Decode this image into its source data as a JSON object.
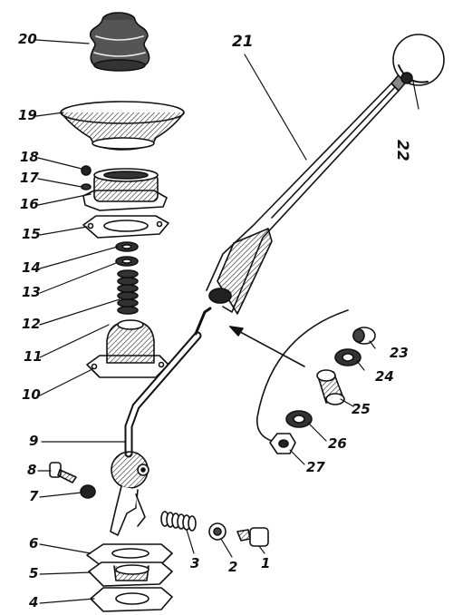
{
  "diagram": {
    "labels": [
      {
        "id": "1",
        "text": "1"
      },
      {
        "id": "2",
        "text": "2"
      },
      {
        "id": "3",
        "text": "3"
      },
      {
        "id": "4",
        "text": "4"
      },
      {
        "id": "5",
        "text": "5"
      },
      {
        "id": "6",
        "text": "6"
      },
      {
        "id": "7",
        "text": "7"
      },
      {
        "id": "8",
        "text": "8"
      },
      {
        "id": "9",
        "text": "9"
      },
      {
        "id": "10",
        "text": "10"
      },
      {
        "id": "11",
        "text": "11"
      },
      {
        "id": "12",
        "text": "12"
      },
      {
        "id": "13",
        "text": "13"
      },
      {
        "id": "14",
        "text": "14"
      },
      {
        "id": "15",
        "text": "15"
      },
      {
        "id": "16",
        "text": "16"
      },
      {
        "id": "17",
        "text": "17"
      },
      {
        "id": "18",
        "text": "18"
      },
      {
        "id": "19",
        "text": "19"
      },
      {
        "id": "20",
        "text": "20"
      },
      {
        "id": "21",
        "text": "21"
      },
      {
        "id": "22",
        "text": "22"
      },
      {
        "id": "23",
        "text": "23"
      },
      {
        "id": "24",
        "text": "24"
      },
      {
        "id": "25",
        "text": "25"
      },
      {
        "id": "26",
        "text": "26"
      },
      {
        "id": "27",
        "text": "27"
      }
    ]
  }
}
